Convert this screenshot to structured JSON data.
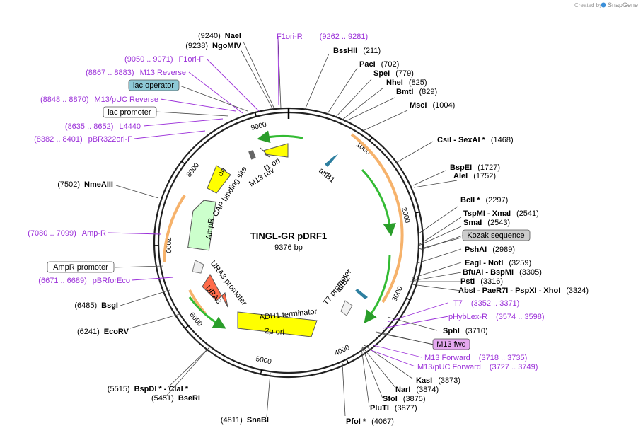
{
  "credit": {
    "prefix": "Created by",
    "brand": "SnapGene"
  },
  "plasmid": {
    "name": "TINGL-GR pDRF1",
    "length": "9376 bp"
  },
  "ticks": [
    "1000",
    "2000",
    "3000",
    "4000",
    "5000",
    "6000",
    "7000",
    "8000",
    "9000"
  ],
  "features": {
    "ori": "ori",
    "cap": "CAP binding site",
    "f1ori": "f1 ori",
    "m13rev": "M13 rev",
    "attb1": "attB1",
    "ampr": "AmpR",
    "ura3promoter": "URA3 promoter",
    "ura3": "URA3",
    "t7promoter": "T7 promoter",
    "attb2": "attB2",
    "adh1": "ADH1 terminator",
    "twomicron": "2μ ori"
  },
  "sites_left": [
    {
      "pos": "(9240)",
      "name": "NaeI"
    },
    {
      "pos": "(9238)",
      "name": "NgoMIV"
    },
    {
      "pos": "(7502)",
      "name": "NmeAIII"
    },
    {
      "pos": "(6485)",
      "name": "BsgI"
    },
    {
      "pos": "(6241)",
      "name": "EcoRV"
    },
    {
      "pos": "(5515)",
      "name": "BspDI * - ClaI *"
    },
    {
      "pos": "(5451)",
      "name": "BseRI"
    },
    {
      "pos": "(4811)",
      "name": "SnaBI"
    }
  ],
  "primers_left": [
    {
      "pos": "(9050 .. 9071)",
      "name": "F1ori-F"
    },
    {
      "pos": "(8867 .. 8883)",
      "name": "M13 Reverse"
    },
    {
      "pos": "(8848 .. 8870)",
      "name": "M13/pUC Reverse"
    },
    {
      "pos": "(8635 .. 8652)",
      "name": "L4440"
    },
    {
      "pos": "(8382 .. 8401)",
      "name": "pBR322ori-F"
    },
    {
      "pos": "(7080 .. 7099)",
      "name": "Amp-R"
    },
    {
      "pos": "(6671 .. 6689)",
      "name": "pBRforEco"
    }
  ],
  "boxed_left": [
    {
      "name": "lac operator"
    },
    {
      "name": "lac promoter"
    },
    {
      "name": "AmpR promoter"
    }
  ],
  "top_primer": {
    "name": "F1ori-R",
    "pos": "(9262 .. 9281)"
  },
  "sites_right": [
    {
      "name": "BssHII",
      "pos": "(211)"
    },
    {
      "name": "PacI",
      "pos": "(702)"
    },
    {
      "name": "SpeI",
      "pos": "(779)"
    },
    {
      "name": "NheI",
      "pos": "(825)"
    },
    {
      "name": "BmtI",
      "pos": "(829)"
    },
    {
      "name": "MscI",
      "pos": "(1004)"
    },
    {
      "name": "CsiI - SexAI *",
      "pos": "(1468)"
    },
    {
      "name": "BspEI",
      "pos": "(1727)"
    },
    {
      "name": "AleI",
      "pos": "(1752)"
    },
    {
      "name": "BclI *",
      "pos": "(2297)"
    },
    {
      "name": "TspMI - XmaI",
      "pos": "(2541)"
    },
    {
      "name": "SmaI",
      "pos": "(2543)"
    },
    {
      "name": "PshAI",
      "pos": "(2989)"
    },
    {
      "name": "EagI - NotI",
      "pos": "(3259)"
    },
    {
      "name": "BfuAI - BspMI",
      "pos": "(3305)"
    },
    {
      "name": "PstI",
      "pos": "(3316)"
    },
    {
      "name": "AbsI - PaeR7I - PspXI - XhoI",
      "pos": "(3324)"
    },
    {
      "name": "SphI",
      "pos": "(3710)"
    },
    {
      "name": "KasI",
      "pos": "(3873)"
    },
    {
      "name": "NarI",
      "pos": "(3874)"
    },
    {
      "name": "SfoI",
      "pos": "(3875)"
    },
    {
      "name": "PluTI",
      "pos": "(3877)"
    },
    {
      "name": "PfoI *",
      "pos": "(4067)"
    }
  ],
  "primers_right": [
    {
      "name": "T7",
      "pos": "(3352 .. 3371)"
    },
    {
      "name": "pHybLex-R",
      "pos": "(3574 .. 3598)"
    },
    {
      "name": "M13 Forward",
      "pos": "(3718 .. 3735)"
    },
    {
      "name": "M13/pUC Forward",
      "pos": "(3727 .. 3749)"
    }
  ],
  "boxed_right": [
    {
      "name": "Kozak sequence"
    },
    {
      "name": "M13 fwd"
    }
  ],
  "colors": {
    "primer": "#9b30d9",
    "ori": "#ffff00",
    "ampr": "#ccffcc",
    "ura3": "#ff6b4a",
    "orange_band": "#f6b26b",
    "green_arrow": "#33bb33",
    "lac_operator_box": "#8ec9d6",
    "kozak_box": "#cccccc",
    "m13fwd_box": "#e5a8f0"
  }
}
